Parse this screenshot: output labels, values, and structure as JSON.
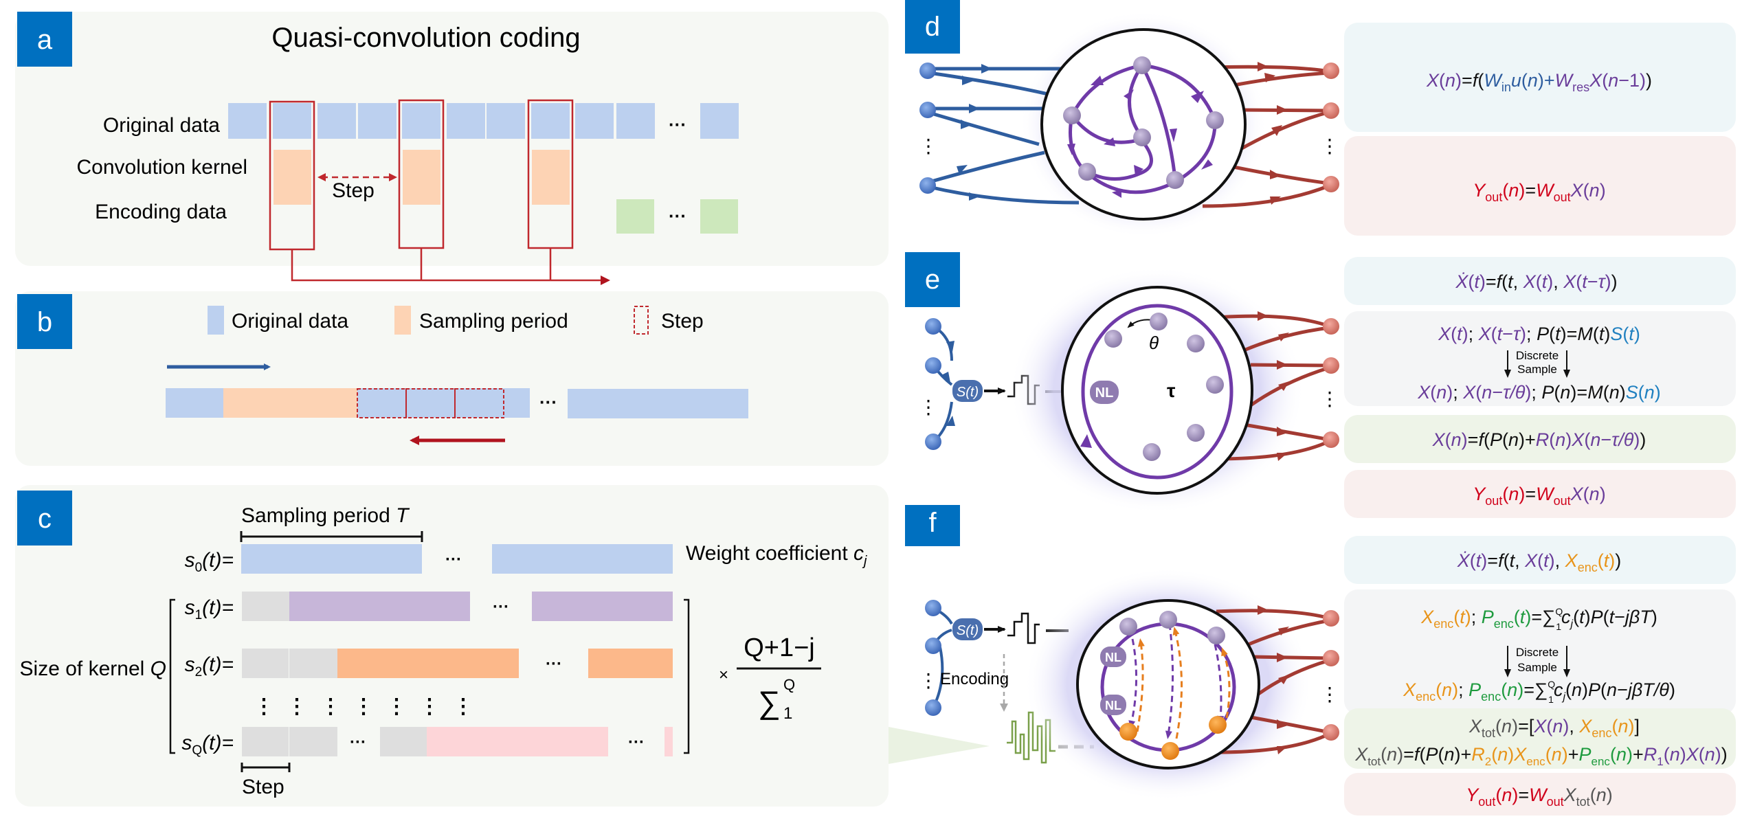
{
  "colors": {
    "label_box": "#0070c0",
    "panel_bg": "#f6f8f4",
    "original_data": "#bcd0ef",
    "kernel": "#fdd3b4",
    "encoding_data": "#cde8bc",
    "step_red": "#c0282d",
    "arrow_blue": "#2e5d9f",
    "arrow_red": "#b0141e",
    "s1_purple": "#c7b6d9",
    "s2_orange": "#fcb88a",
    "sQ_pink": "#fdd5d8",
    "gray_block": "#dedede",
    "eq_blue_bg": "#eef6f8",
    "eq_pink_bg": "#f9efee",
    "eq_gray_bg": "#f4f5f6",
    "eq_green_bg": "#eef4e8"
  },
  "panels": {
    "a": {
      "letter": "a",
      "title": "Quasi-convolution coding",
      "row_labels": [
        "Original data",
        "Convolution kernel",
        "Encoding data"
      ],
      "step_label": "Step",
      "ellipsis": "···"
    },
    "b": {
      "letter": "b",
      "legend": [
        "Original data",
        "Sampling period",
        "Step"
      ],
      "ellipsis": "···"
    },
    "c": {
      "letter": "c",
      "sampling_period_label": "Sampling period",
      "sampling_period_symbol": "T",
      "weight_label": "Weight coefficient",
      "weight_symbol": "c",
      "weight_sub": "j",
      "kernel_size_label": "Size of kernel",
      "kernel_size_symbol": "Q",
      "rows": [
        {
          "name": "s",
          "sub": "0",
          "tail": "(t)="
        },
        {
          "name": "s",
          "sub": "1",
          "tail": "(t)="
        },
        {
          "name": "s",
          "sub": "2",
          "tail": "(t)="
        },
        {
          "name": "s",
          "sub": "Q",
          "tail": "(t)="
        }
      ],
      "times": "×",
      "fraction_numerator": "Q+1−j",
      "fraction_denominator_sigma": "∑",
      "fraction_sigma_upper": "Q",
      "fraction_sigma_lower": "1",
      "step_label": "Step",
      "ellipsis": "···",
      "vdots": "⋮"
    },
    "d": {
      "letter": "d",
      "vdots": "⋮",
      "equations": [
        "X(n)=f(W_in u(n)+W_res X(n−1))",
        "Y_out(n)=W_out X(n)"
      ]
    },
    "e": {
      "letter": "e",
      "source_label": "S(t)",
      "nl_label": "NL",
      "theta": "θ",
      "tau": "τ",
      "vdots": "⋮",
      "discrete": "Discrete",
      "sample": "Sample",
      "equations": [
        "Ẋ(t)=f(t, X(t), X(t−τ))",
        "X(t); X(t−τ); P(t)=M(t)S(t)",
        "X(n); X(n−τ/θ); P(n)=M(n)S(n)",
        "X(n)=f(P(n)+R(n)X(n−τ/θ))",
        "Y_out(n)=W_out X(n)"
      ]
    },
    "f": {
      "letter": "f",
      "source_label": "S(t)",
      "nl_label": "NL",
      "encoding_label": "Encoding",
      "vdots": "⋮",
      "discrete": "Discrete",
      "sample": "Sample",
      "equations": [
        "Ẋ(t)=f(t, X(t), X_enc(t))",
        "X_enc(t); P_enc(t)=∑_1^Q c_j(t)P(t−jβT)",
        "X_enc(n); P_enc(n)=∑_1^Q c_j(n)P(n−jβT/θ)",
        "X_tot(n)=[X(n), X_enc(n)]",
        "X_tot(n)=f(P(n)+R_2(n)X_enc(n)+P_enc(n)+R_1(n)X(n))",
        "Y_out(n)=W_out X_tot(n)"
      ]
    }
  }
}
